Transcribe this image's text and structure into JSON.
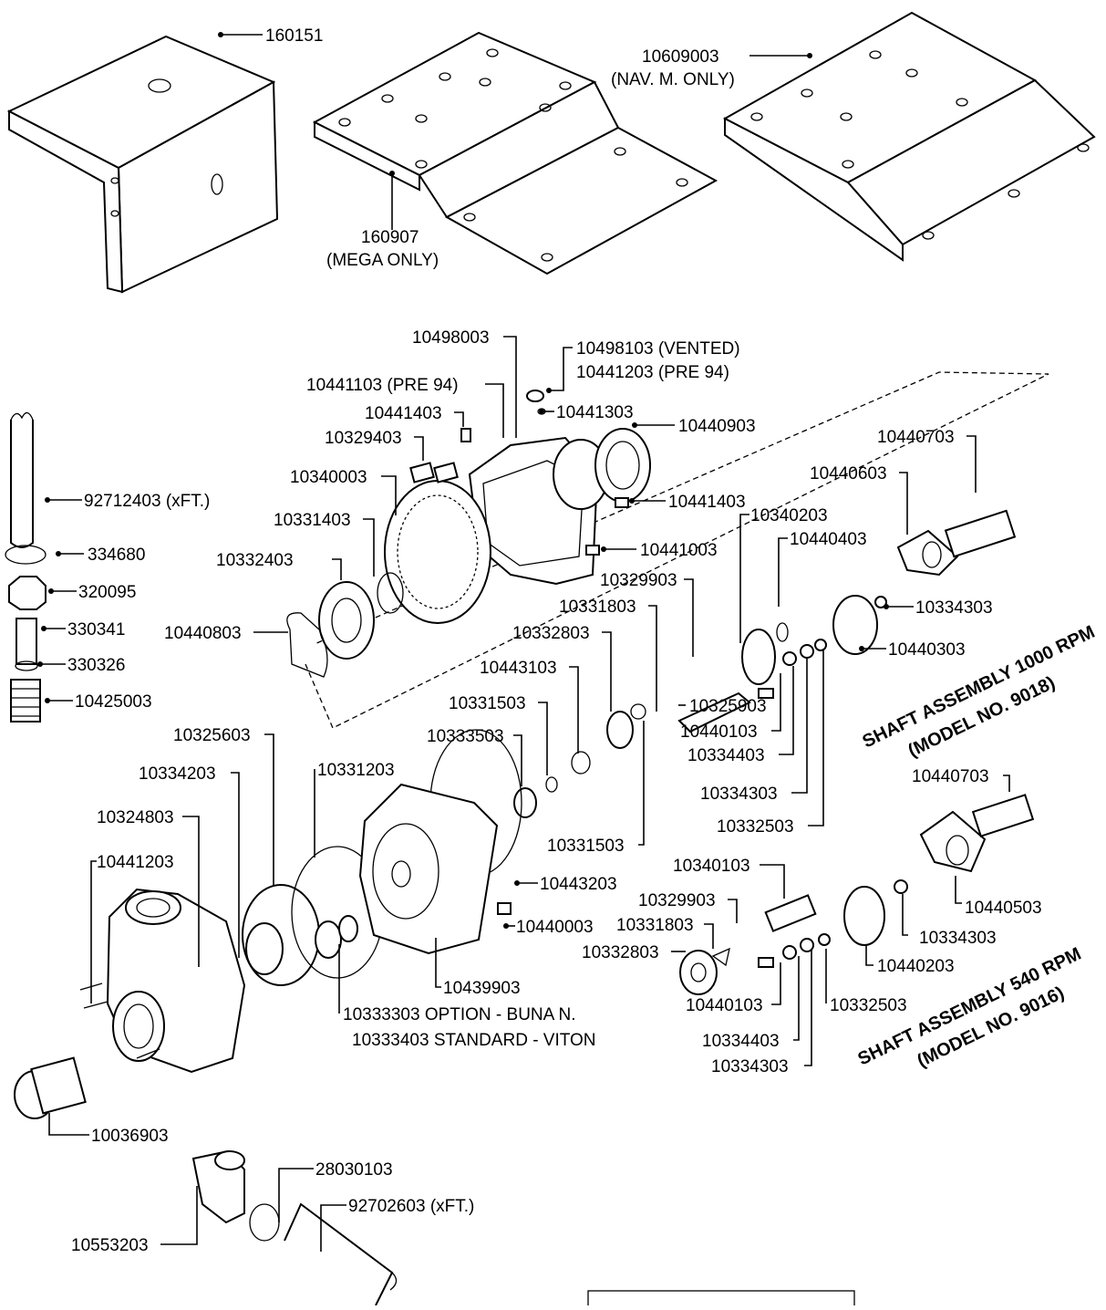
{
  "labels": {
    "p160151": "160151",
    "p160907": "160907",
    "p160907_note": "(MEGA ONLY)",
    "p10609003": "10609003",
    "p10609003_note": "(NAV. M. ONLY)",
    "p10498003": "10498003",
    "p10498103": "10498103 (VENTED)",
    "p10441203_pre94": "10441203 (PRE 94)",
    "p10441103": "10441103 (PRE 94)",
    "p10441303": "10441303",
    "p10441403a": "10441403",
    "p10440903": "10440903",
    "p10329403": "10329403",
    "p10340003": "10340003",
    "p10441403b": "10441403",
    "p10331403": "10331403",
    "p10441003": "10441003",
    "p10332403": "10332403",
    "p10440803": "10440803",
    "p92712403": "92712403 (xFT.)",
    "p334680": "334680",
    "p320095": "320095",
    "p330341": "330341",
    "p330326": "330326",
    "p10425003": "10425003",
    "p10440703a": "10440703",
    "p10440603": "10440603",
    "p10340203": "10340203",
    "p10440403": "10440403",
    "p10329903a": "10329903",
    "p10334303a": "10334303",
    "p10331803a": "10331803",
    "p10440303": "10440303",
    "p10332803a": "10332803",
    "p10443103": "10443103",
    "p10325903": "10325903",
    "p10331503a": "10331503",
    "p10440103a": "10440103",
    "p10333503": "10333503",
    "p10334403a": "10334403",
    "p10325603": "10325603",
    "p10334203": "10334203",
    "p10331203": "10331203",
    "p10334303b": "10334303",
    "p10324803": "10324803",
    "p10332503a": "10332503",
    "p10440703b": "10440703",
    "p10331503b": "10331503",
    "p10441203": "10441203",
    "p10443203": "10443203",
    "p10340103": "10340103",
    "p10440003": "10440003",
    "p10329903b": "10329903",
    "p10440503": "10440503",
    "p10331803b": "10331803",
    "p10334303c": "10334303",
    "p10332803b": "10332803",
    "p10440203": "10440203",
    "p10439903": "10439903",
    "p10440103b": "10440103",
    "p10332503b": "10332503",
    "p10333303": "10333303 OPTION - BUNA N.",
    "p10333403": "10333403 STANDARD - VITON",
    "p10334403b": "10334403",
    "p10334303d": "10334303",
    "p10036903": "10036903",
    "p28030103": "28030103",
    "p92702603": "92702603 (xFT.)",
    "p10553203": "10553203"
  },
  "assemblies": {
    "rpm1000_title": "SHAFT ASSEMBLY 1000 RPM",
    "rpm1000_model": "(MODEL NO. 9018)",
    "rpm540_title": "SHAFT ASSEMBLY 540 RPM",
    "rpm540_model": "(MODEL NO. 9016)"
  },
  "icons": [
    "exploded-pump-drawing",
    "shaft-assembly-drawing",
    "mounting-bracket-drawing"
  ]
}
